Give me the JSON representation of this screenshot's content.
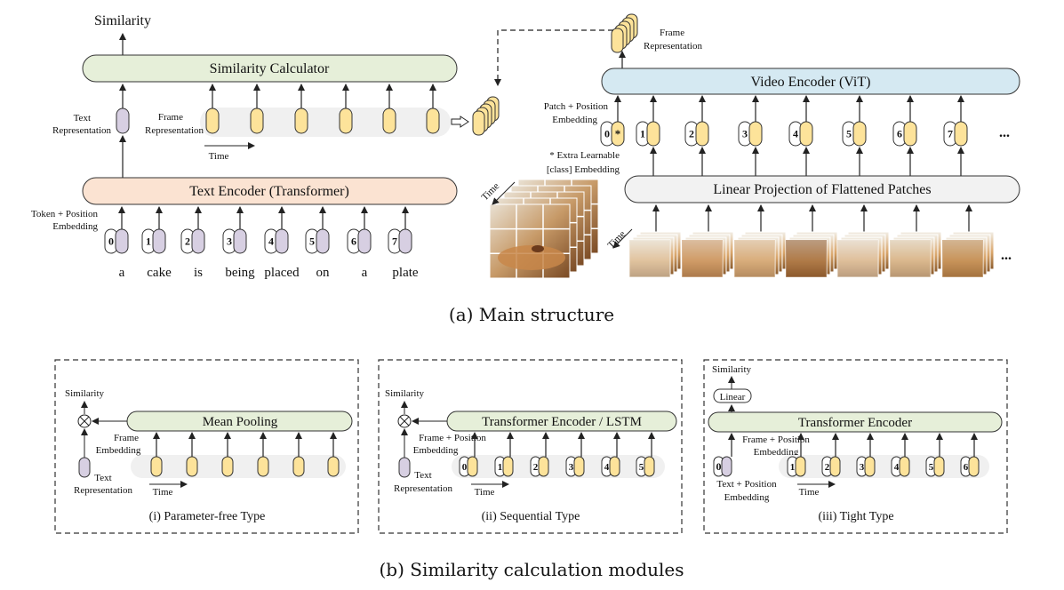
{
  "colors": {
    "green_box": "#e6efd9",
    "orange_box": "#fbe3d2",
    "blue_box": "#d5e9f2",
    "gray_box": "#f2f2f2",
    "lane": "#f0f0f0",
    "frame_token": "#fde39a",
    "text_token": "#d7cfe2",
    "stroke": "#222222"
  },
  "main": {
    "similarity_label": "Similarity",
    "similarity_calculator": "Similarity Calculator",
    "text_representation": [
      "Text",
      "Representation"
    ],
    "frame_representation": [
      "Frame",
      "Representation"
    ],
    "time_label": "Time",
    "text_encoder": "Text Encoder (Transformer)",
    "token_position": [
      "Token + Position",
      "Embedding"
    ],
    "token_numbers": [
      "0",
      "1",
      "2",
      "3",
      "4",
      "5",
      "6",
      "7"
    ],
    "words": [
      "a",
      "cake",
      "is",
      "being",
      "placed",
      "on",
      "a",
      "plate"
    ],
    "frame_rep_top": [
      "Frame",
      "Representation"
    ],
    "video_encoder": "Video Encoder (ViT)",
    "patch_position": [
      "Patch + Position",
      "Embedding"
    ],
    "patch_numbers": [
      "0",
      "1",
      "2",
      "3",
      "4",
      "5",
      "6",
      "7"
    ],
    "class_marker": "*",
    "extra_learnable": [
      "* Extra Learnable",
      "[class] Embedding"
    ],
    "linear_projection": "Linear Projection of Flattened Patches",
    "time_video": "Time",
    "time_patches": "Time",
    "ellipsis": "..."
  },
  "caption_a": "(a) Main structure",
  "panel_i": {
    "similarity": "Similarity",
    "module": "Mean Pooling",
    "frame_embedding": [
      "Frame",
      "Embedding"
    ],
    "text_representation": [
      "Text",
      "Representation"
    ],
    "time": "Time",
    "caption": "(i) Parameter-free Type"
  },
  "panel_ii": {
    "similarity": "Similarity",
    "module": "Transformer Encoder / LSTM",
    "frame_position": "Frame + Position",
    "embedding": "Embedding",
    "text_representation": [
      "Text",
      "Representation"
    ],
    "time": "Time",
    "numbers": [
      "0",
      "1",
      "2",
      "3",
      "4",
      "5"
    ],
    "caption": "(ii) Sequential Type"
  },
  "panel_iii": {
    "similarity": "Similarity",
    "linear": "Linear",
    "module": "Transformer Encoder",
    "frame_position": [
      "Frame + Position",
      "Embedding"
    ],
    "text_position": [
      "Text + Position",
      "Embedding"
    ],
    "time": "Time",
    "numbers": [
      "0",
      "1",
      "2",
      "3",
      "4",
      "5",
      "6"
    ],
    "caption": "(iii) Tight Type"
  },
  "caption_b": "(b) Similarity calculation modules"
}
